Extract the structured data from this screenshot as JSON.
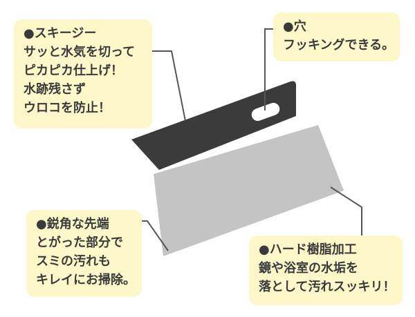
{
  "notes": {
    "squeegee": {
      "lines": [
        "●スキージー",
        "サッと水気を切って",
        "ピカピカ仕上げ！",
        "水跡残さず",
        "ウロコを防止！"
      ]
    },
    "hole": {
      "lines": [
        "●穴",
        "フッキングできる。"
      ]
    },
    "edge": {
      "lines": [
        "●鋭角な先端",
        "とがった部分で",
        "スミの汚れも",
        "キレイにお掃除。"
      ]
    },
    "hard": {
      "lines": [
        "●ハード樹脂加工",
        "鏡や浴室の水垢を",
        "落として汚れスッキリ！"
      ]
    }
  },
  "colors": {
    "note_bg": "#fdf7c9",
    "squeegee_dark": "#3b3b3b",
    "blade_gray": "#c4c4c4",
    "leader_line": "#555555"
  }
}
